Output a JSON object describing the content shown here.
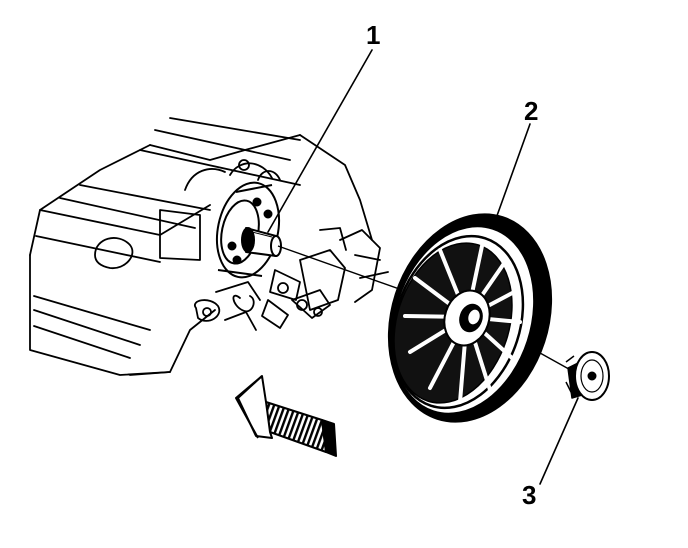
{
  "callouts": [
    {
      "number": "1",
      "part": "shaft"
    },
    {
      "number": "2",
      "part": "pulley"
    },
    {
      "number": "3",
      "part": "bolt"
    }
  ],
  "colors": {
    "ink": "#000000",
    "paper": "#ffffff"
  },
  "icons": [
    "direction-arrow-icon"
  ]
}
